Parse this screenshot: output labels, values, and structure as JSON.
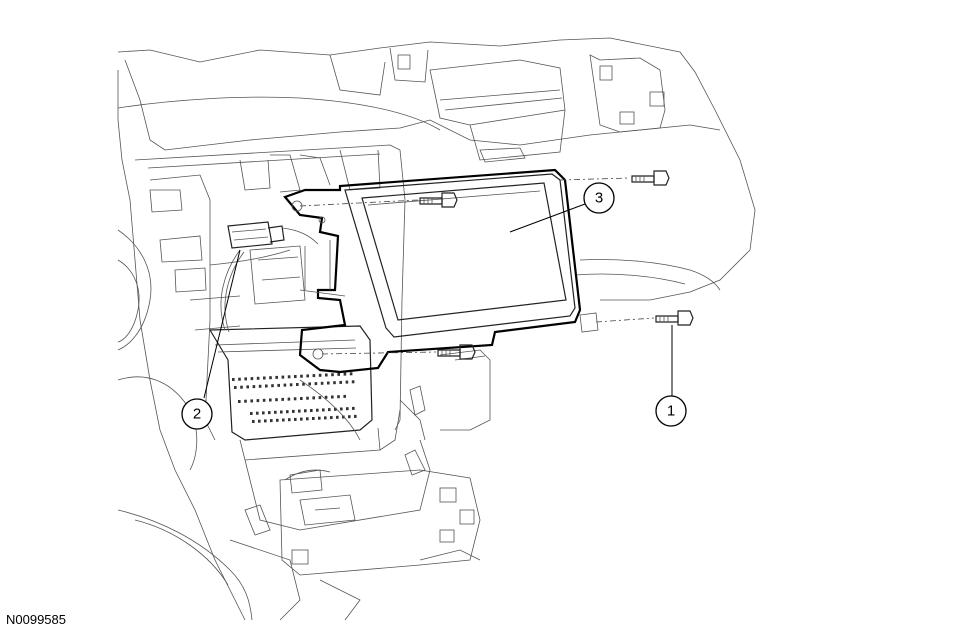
{
  "figure_id": "N0099585",
  "callouts": [
    {
      "label": "1",
      "part": "bolt"
    },
    {
      "label": "2",
      "part": "electrical-connector"
    },
    {
      "label": "3",
      "part": "display-module"
    }
  ]
}
